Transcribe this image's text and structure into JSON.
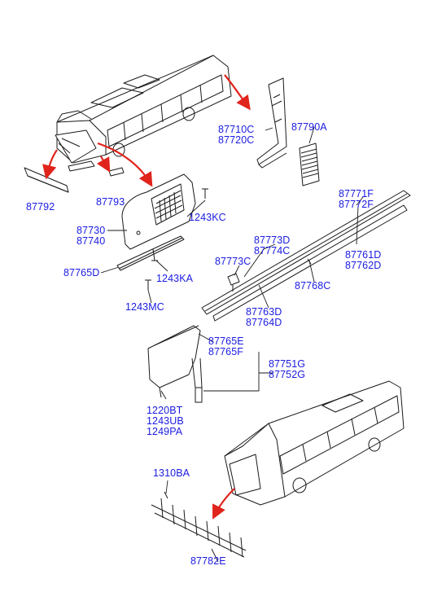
{
  "labels": {
    "p87792": "87792",
    "p87793": "87793",
    "p87710c": "87710C",
    "p87720c": "87720C",
    "p87790a": "87790A",
    "p87730": "87730",
    "p87740": "87740",
    "p1243kc": "1243KC",
    "p87771f": "87771F",
    "p87772f": "87772F",
    "p87773d": "87773D",
    "p87774c": "87774C",
    "p87773c": "87773C",
    "p87761d": "87761D",
    "p87762d": "87762D",
    "p87765d": "87765D",
    "p1243ka": "1243KA",
    "p87768c": "87768C",
    "p1243mc": "1243MC",
    "p87763d": "87763D",
    "p87764d": "87764D",
    "p87765e": "87765E",
    "p87765f": "87765F",
    "p87751g": "87751G",
    "p87752g": "87752G",
    "p1220bt": "1220BT",
    "p1243ub": "1243UB",
    "p1249pa": "1249PA",
    "p1310ba": "1310BA",
    "p87782e": "87782E"
  },
  "colors": {
    "label": "#1b1be0",
    "line": "#1a1a1a",
    "arrow": "#e0241c"
  }
}
